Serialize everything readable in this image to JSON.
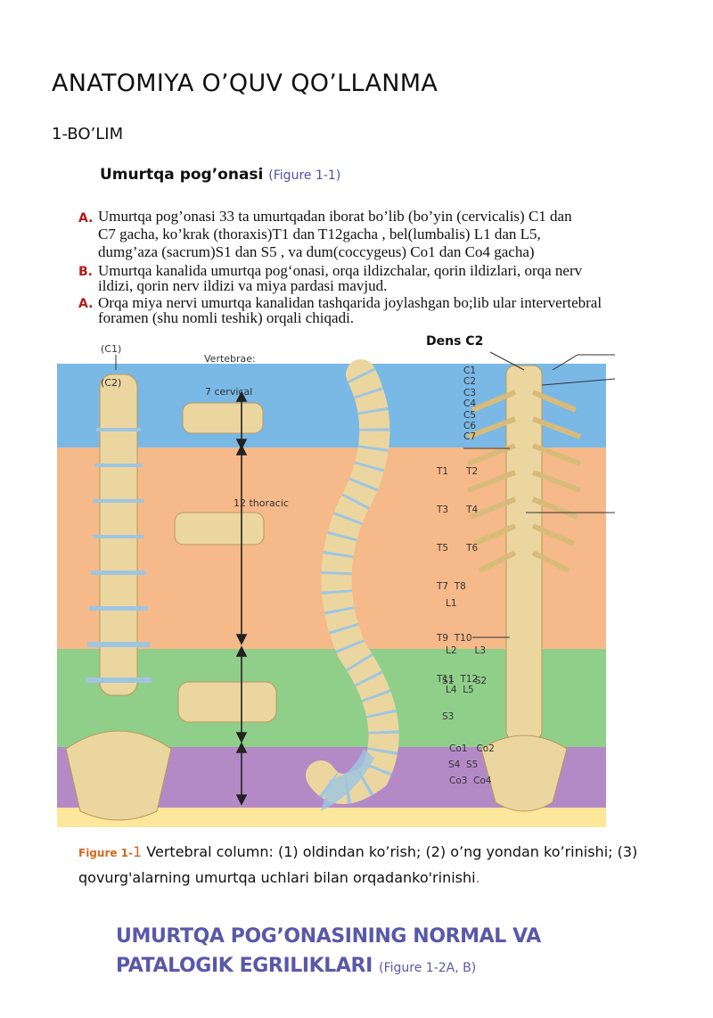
{
  "title": "ANATOMIYA O’QUV QO’LLANMA",
  "section": "1-BO’LIM",
  "subheading": {
    "text": "Umurtqa pog’onasi",
    "ref": "(Figure 1-1)"
  },
  "items": [
    {
      "mark": "A.",
      "lines": [
        "Umurtqa pog’onasi 33 ta umurtqadan iborat bo’lib (bo’yin (cervicalis) C1 dan",
        "C7 gacha, ko’krak (thoraxis)T1 dan T12gacha , bel(lumbalis) L1 dan L5,",
        "dumg’aza (sacrum)S1 dan S5 , va  dum(coccygeus)  Co1 dan Co4 gacha)"
      ]
    },
    {
      "mark": "B.",
      "lines": [
        "Umurtqa kanalida umurtqa pog‘onasi, orqa ildizchalar, qorin ildizlari, orqa nerv",
        "ildizi, qorin nerv ildizi va miya pardasi mavjud."
      ]
    },
    {
      "mark": "A.",
      "lines": [
        "Orqa miya nervi umurtqa kanalidan tashqarida joylashgan bo;lib ular intervertebral",
        "foramen  (shu nomli teshik) orqali  chiqadi."
      ]
    }
  ],
  "figure": {
    "front_labels": {
      "c1": "(C1)",
      "c2": "(C2)"
    },
    "vertebrae_label": "Vertebrae:",
    "cervical_label": "7 cervical",
    "thoracic_label": "12 thoracic",
    "dens_label": "Dens  C2",
    "levels": {
      "cervical": [
        "C1",
        "C2",
        "C3",
        "C4",
        "C5",
        "C6",
        "C7"
      ],
      "t_rows": [
        "T1      T2",
        "T3      T4",
        "T5      T6",
        "T7  T8",
        "T9  T10",
        "T11  T12"
      ],
      "l_rows": [
        "L1",
        "L2      L3",
        "L4  L5"
      ],
      "s_rows": [
        "S1       S2",
        "S3",
        "S4  S5"
      ],
      "co_rows": [
        "Co1   Co2",
        "Co3  Co4"
      ]
    },
    "band_colors": {
      "cervical": "#7ab8e6",
      "thoracic": "#f6b98a",
      "lumbar": "#8fcf8a",
      "sacral": "#b48ac6",
      "coccygeal": "#fde79a"
    }
  },
  "caption": {
    "fig_word": "Figure 1-",
    "fig_num": "1",
    "text": " Vertebral column: (1) oldindan ko’rish; (2) o’ng yondan ko’rinishi; (3) qovurg'alarning umurtqa uchlari bilan orqadanko'rinishi",
    "end": "."
  },
  "heading2": {
    "line1": "UMURTQA POG’ONASINING NORMAL VA",
    "line2": "PATALOGIK EGRILIKLARI",
    "ref": "(Figure 1-2A, B)"
  }
}
